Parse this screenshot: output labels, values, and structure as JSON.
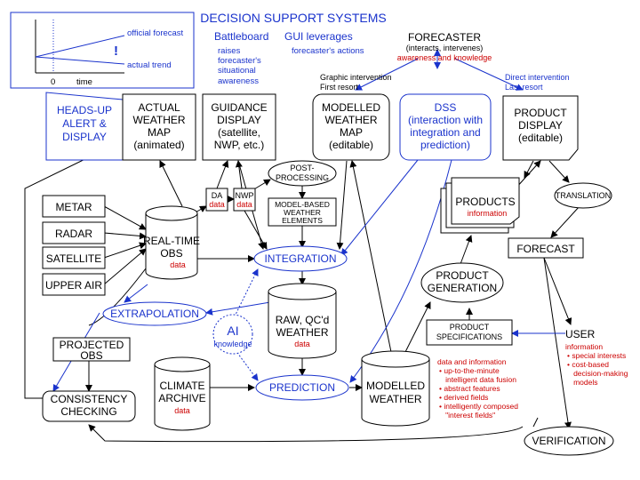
{
  "title": "DECISION SUPPORT SYSTEMS",
  "colors": {
    "blue": "#1a33cc",
    "red": "#cc0000",
    "black": "#000000"
  },
  "inset_chart": {
    "official_label": "official forecast",
    "actual_label": "actual trend",
    "alert_mark": "!",
    "x_origin": "0",
    "x_label": "time"
  },
  "annotations": {
    "battleboard": [
      "Battleboard",
      "raises",
      "forecaster's",
      "situational",
      "awareness"
    ],
    "gui": [
      "GUI leverages",
      "forecaster's actions"
    ],
    "forecaster": [
      "FORECASTER",
      "(interacts, intervenes)"
    ],
    "forecaster_red": "awareness and knowledge",
    "graphic_intervention": [
      "Graphic intervention",
      "First resort"
    ],
    "direct_intervention": [
      "Direct intervention",
      "Last resort"
    ]
  },
  "nodes": {
    "heads_up": [
      "HEADS-UP",
      "ALERT &",
      "DISPLAY"
    ],
    "actual_weather": [
      "ACTUAL",
      "WEATHER",
      "MAP",
      "(animated)"
    ],
    "guidance": [
      "GUIDANCE",
      "DISPLAY",
      "(satellite,",
      "NWP, etc.)"
    ],
    "modelled_map": [
      "MODELLED",
      "WEATHER",
      "MAP",
      "(editable)"
    ],
    "dss": [
      "DSS",
      "(interaction with",
      "integration and",
      "prediction)"
    ],
    "product_display": [
      "PRODUCT",
      "DISPLAY",
      "(editable)"
    ],
    "metar": "METAR",
    "radar": "RADAR",
    "satellite": "SATELLITE",
    "upper_air": "UPPER AIR",
    "da": "DA",
    "da_data": "data",
    "nwp": "NWP",
    "nwp_data": "data",
    "post_processing": [
      "POST-",
      "PROCESSING"
    ],
    "model_based": [
      "MODEL-BASED",
      "WEATHER",
      "ELEMENTS"
    ],
    "real_time_obs": [
      "REAL-TIME",
      "OBS"
    ],
    "real_time_data": "data",
    "integration": "INTEGRATION",
    "extrapolation": "EXTRAPOLATION",
    "ai": "AI",
    "ai_sub": "knowledge",
    "raw_qc": [
      "RAW, QC'd",
      "WEATHER"
    ],
    "raw_qc_data": "data",
    "projected_obs": [
      "PROJECTED",
      "OBS"
    ],
    "consistency": [
      "CONSISTENCY",
      "CHECKING"
    ],
    "climate": [
      "CLIMATE",
      "ARCHIVE"
    ],
    "climate_data": "data",
    "prediction": "PREDICTION",
    "modelled_weather": [
      "MODELLED",
      "WEATHER"
    ],
    "products": "PRODUCTS",
    "products_sub": "information",
    "translation": "TRANSLATION",
    "forecast": "FORECAST",
    "product_generation": [
      "PRODUCT",
      "GENERATION"
    ],
    "product_specs": [
      "PRODUCT",
      "SPECIFICATIONS"
    ],
    "user": "USER",
    "user_info": [
      "information",
      "• special interests",
      "• cost-based",
      "   decision-making",
      "   models"
    ],
    "data_info": [
      "data and information",
      "• up-to-the-minute",
      "   intelligent data fusion",
      "• abstract features",
      "• derived fields",
      "• intelligently composed",
      "   \"interest fields\""
    ],
    "verification": "VERIFICATION"
  }
}
